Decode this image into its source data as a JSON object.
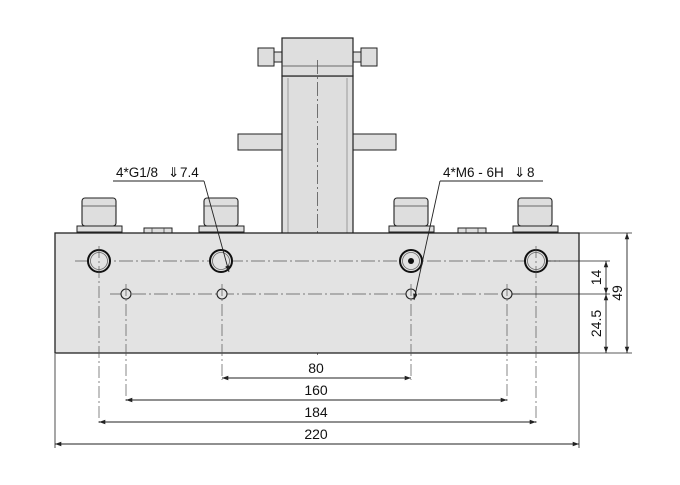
{
  "drawing": {
    "callouts": {
      "left": {
        "count": "4*G1/8",
        "depth": "7.4"
      },
      "right": {
        "count": "4*M6 - 6H",
        "depth": "8"
      }
    },
    "dimensions": {
      "d80": "80",
      "d160": "160",
      "d184": "184",
      "d220": "220",
      "d14": "14",
      "d49": "49",
      "d24_5": "24.5"
    },
    "colors": {
      "body_fill": "#e3e3e3",
      "part_fill": "#dedede",
      "line": "#222222",
      "center_line": "#555555"
    }
  }
}
